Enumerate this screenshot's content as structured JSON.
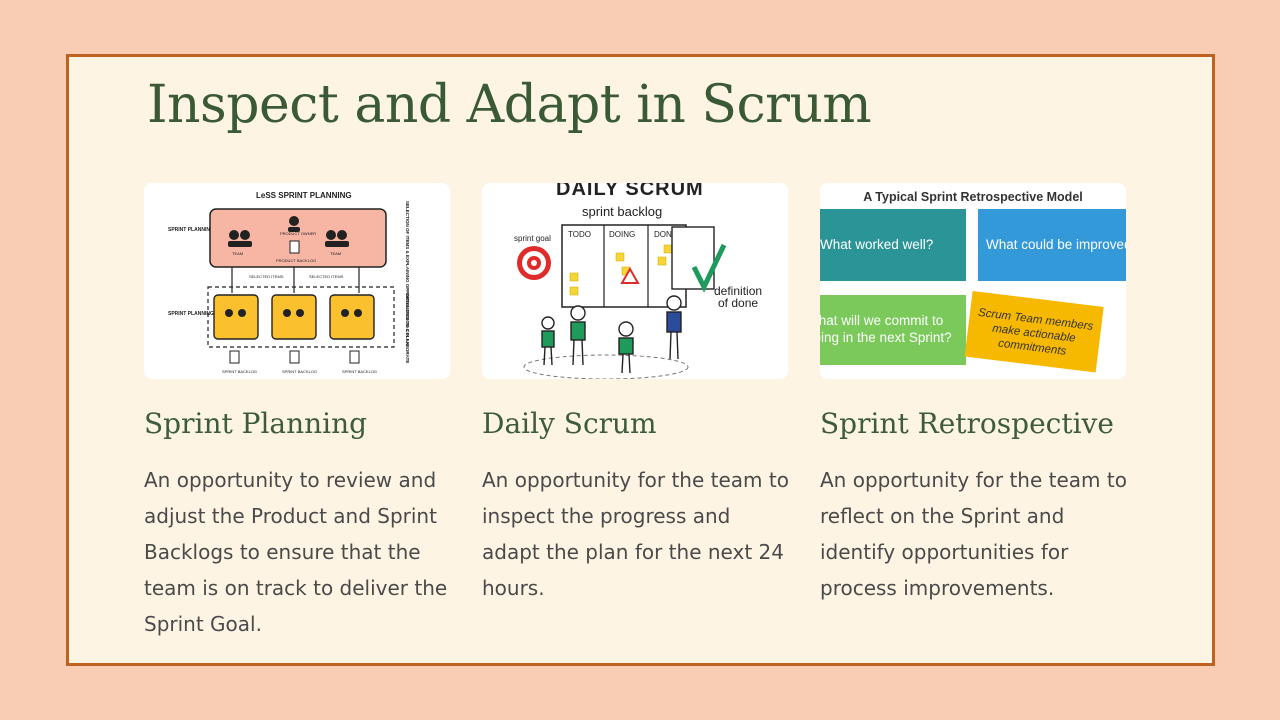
{
  "slide": {
    "title": "Inspect and Adapt in Scrum",
    "colors": {
      "background": "#f9cdb4",
      "panel": "#fef4e4",
      "border": "#c0621f",
      "heading": "#3a5a36"
    }
  },
  "cards": [
    {
      "title": "Sprint Planning",
      "description": "An opportunity to review and adjust the Product and Sprint Backlogs to ensure that the team is on track to deliver the Sprint Goal.",
      "image": {
        "heading": "LeSS SPRINT PLANNING",
        "label_sp1": "SPRINT PLANNING 1",
        "label_sp2": "SPRINT PLANNING 2",
        "label_team_left": "TEAM",
        "label_product_owner": "PRODUCT OWNER",
        "label_team_right": "TEAM",
        "label_product_backlog": "PRODUCT BACKLOG",
        "label_selected_items_left": "SELECTED ITEMS",
        "label_selected_items_right": "SELECTED ITEMS",
        "label_sprint_backlog_1": "SPRINT BACKLOG",
        "label_sprint_backlog_2": "SPRINT BACKLOG",
        "label_sprint_backlog_3": "SPRINT BACKLOG",
        "side_note_top": "SELECTION OF ITEMS & EXPLAINING OPPORTUNITIES TO COLLABORATE",
        "side_note_bottom": "INITIAL DESIGN & PLAN"
      }
    },
    {
      "title": "Daily Scrum",
      "description": "An opportunity for the team to inspect the progress and adapt the plan for the next 24 hours.",
      "image": {
        "heading": "DAILY SCRUM",
        "subheading": "sprint backlog",
        "col_todo": "TODO",
        "col_doing": "DOING",
        "col_done": "DONE",
        "sprint_goal": "sprint goal",
        "definition_line1": "definition",
        "definition_line2": "of done"
      }
    },
    {
      "title": "Sprint Retrospective",
      "description": "An opportunity for the team to reflect on the Sprint and identify opportunities for process improvements.",
      "image": {
        "heading": "A Typical Sprint Retrospective Model",
        "box1": "What worked well?",
        "box2": "What could be improved?",
        "box3_line1": "What will we commit to",
        "box3_line2": "doing in the next Sprint?",
        "note_line1": "Scrum Team members",
        "note_line2": "make actionable",
        "note_line3": "commitments",
        "colors": {
          "teal": "#2a9497",
          "blue": "#3399d9",
          "green": "#7ac95a",
          "amber": "#f7b800"
        }
      }
    }
  ]
}
